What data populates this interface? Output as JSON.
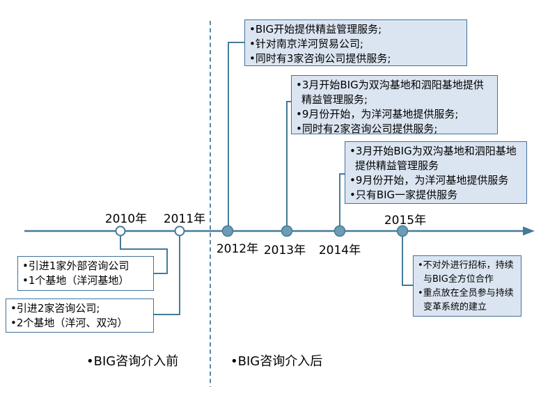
{
  "title": "BIG consulting engagement timeline",
  "colors": {
    "line": "#447a99",
    "dot_fill": "#6d9cb5",
    "dot_border": "#447a99",
    "box_fill": "#dbe5f1",
    "box_border": "#41719c",
    "text": "#000000"
  },
  "timeline": {
    "years": {
      "y2010": "2010年",
      "y2011": "2011年",
      "y2012": "2012年",
      "y2013": "2013年",
      "y2014": "2014年",
      "y2015": "2015年"
    },
    "markers": {
      "y2010": "open-circle",
      "y2011": "open-circle",
      "y2012": "filled-dot",
      "y2013": "filled-dot",
      "y2014": "filled-dot",
      "y2015": "filled-dot"
    }
  },
  "callouts": {
    "pre2010": {
      "lines": [
        "•引进1家外部咨询公司",
        "•1个基地（洋河基地）"
      ]
    },
    "pre2011": {
      "lines": [
        "•引进2家咨询公司;",
        "•2个基地（洋河、双沟）"
      ]
    },
    "y2012": {
      "lines": [
        "•BIG开始提供精益管理服务;",
        "•针对南京洋河贸易公司;",
        "•同时有3家咨询公司提供服务;"
      ]
    },
    "y2013": {
      "lines": [
        "•3月开始BIG为双沟基地和泗阳基地提供精益管理服务;",
        "•9月份开始，为洋河基地提供服务;",
        "•同时有2家咨询公司提供服务;"
      ]
    },
    "y2014": {
      "lines": [
        "•3月开始BIG为双沟基地和泗阳基地提供精益管理服务",
        "•9月份开始，为洋河基地提供服务",
        "•只有BIG一家提供服务"
      ]
    },
    "y2015": {
      "lines": [
        "•不对外进行招标，持续与BIG全方位合作",
        "•重点放在全员参与持续变革系统的建立"
      ]
    }
  },
  "legend": {
    "before": "•BIG咨询介入前",
    "after": "•BIG咨询介入后"
  }
}
